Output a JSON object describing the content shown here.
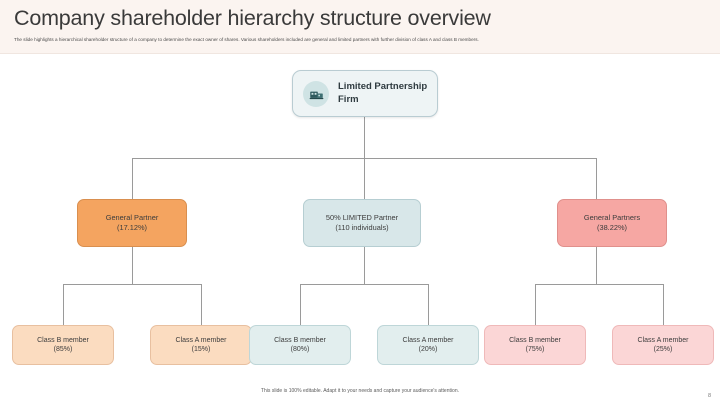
{
  "header": {
    "title": "Company shareholder hierarchy structure overview",
    "subtitle": "The slide highlights a hierarchical shareholder structure of a company to determine the exact owner of shares. Various shareholders included are general and limited partners with further division of class A and class B members."
  },
  "colors": {
    "header_band": "#fbf4f0",
    "root_fill": "#eef4f5",
    "root_border": "#b9ccd2",
    "orange_fill": "#f4a460",
    "blue_fill": "#d8e7e9",
    "red_fill": "#f6a7a3",
    "peach_fill": "#fbdcc0",
    "mint_fill": "#e2eeee",
    "pink_fill": "#fbd6d6",
    "connector": "#9a9a9a"
  },
  "chart_data": {
    "type": "diagram",
    "title": "Company shareholder hierarchy structure overview",
    "root": {
      "icon": "partnership-firm-icon",
      "label_line1": "Limited",
      "label_line2": "Partnership Firm"
    },
    "branches": [
      {
        "id": "general-partner",
        "label": "General Partner",
        "value": "(17.12%)",
        "percent": 17.12,
        "color": "#f4a460",
        "children": [
          {
            "label": "Class B member",
            "value": "(85%)",
            "percent": 85,
            "color": "#fbdcc0"
          },
          {
            "label": "Class A member",
            "value": "(15%)",
            "percent": 15,
            "color": "#fbdcc0"
          }
        ]
      },
      {
        "id": "limited-partner",
        "label": "50% LIMITED  Partner",
        "value": "(110 individuals)",
        "percent": 50,
        "color": "#d8e7e9",
        "children": [
          {
            "label": "Class B member",
            "value": "(80%)",
            "percent": 80,
            "color": "#e2eeee"
          },
          {
            "label": "Class A member",
            "value": "(20%)",
            "percent": 20,
            "color": "#e2eeee"
          }
        ]
      },
      {
        "id": "general-partners",
        "label": "General Partners",
        "value": "(38.22%)",
        "percent": 38.22,
        "color": "#f6a7a3",
        "children": [
          {
            "label": "Class B member",
            "value": "(75%)",
            "percent": 75,
            "color": "#fbd6d6"
          },
          {
            "label": "Class A member",
            "value": "(25%)",
            "percent": 25,
            "color": "#fbd6d6"
          }
        ]
      }
    ]
  },
  "footer": {
    "note": "This slide is 100% editable. Adapt it to your needs and capture your audience's attention.",
    "page_number": "8"
  }
}
